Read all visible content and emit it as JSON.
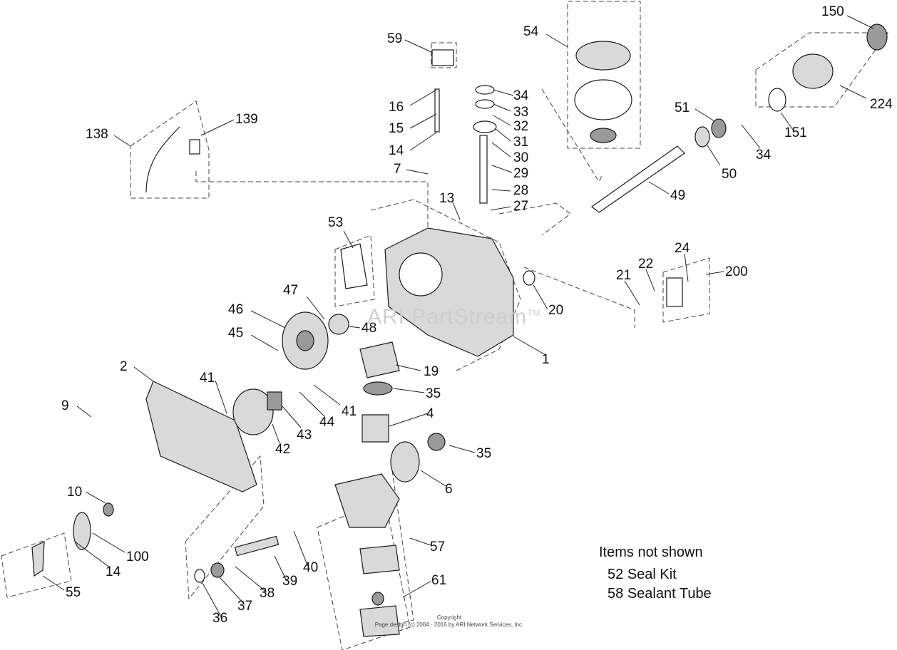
{
  "diagram": {
    "callouts": [
      "150",
      "54",
      "59",
      "224",
      "34",
      "16",
      "33",
      "139",
      "32",
      "15",
      "51",
      "138",
      "31",
      "151",
      "34",
      "14",
      "30",
      "50",
      "7",
      "29",
      "28",
      "13",
      "49",
      "27",
      "53",
      "24",
      "22",
      "200",
      "21",
      "47",
      "20",
      "46",
      "48",
      "45",
      "1",
      "2",
      "19",
      "35",
      "41",
      "9",
      "41",
      "4",
      "44",
      "43",
      "42",
      "35",
      "6",
      "10",
      "57",
      "100",
      "14",
      "40",
      "39",
      "55",
      "38",
      "37",
      "61",
      "36"
    ]
  },
  "notes": {
    "heading": "Items not shown",
    "items": [
      {
        "number": "52",
        "label": "Seal Kit"
      },
      {
        "number": "58",
        "label": "Sealant Tube"
      }
    ]
  },
  "watermark": {
    "text": "ARI PartStream",
    "mark": "TM"
  },
  "copyright": {
    "line1": "Copyright",
    "line2": "Page design (c) 2004 - 2016 by ARI Network Services, Inc."
  }
}
